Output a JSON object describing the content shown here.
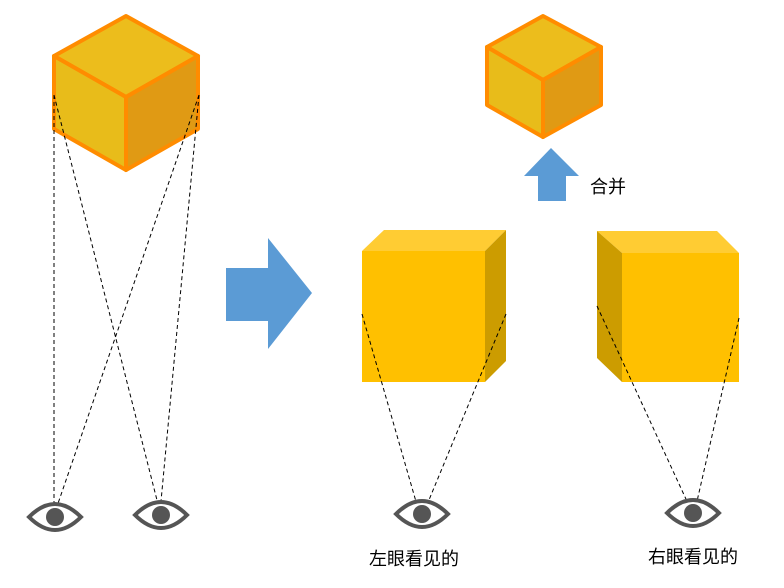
{
  "labels": {
    "merge": "合并",
    "left_eye_view": "左眼看见的",
    "right_eye_view": "右眼看见的"
  },
  "colors": {
    "cube_top": "#ecbd1c",
    "cube_left": "#e8bc1a",
    "cube_right": "#e09a14",
    "cube_outline": "#ff8c00",
    "box_front": "#ffc000",
    "box_top": "#ffcc33",
    "box_side": "#cc9c00",
    "arrow": "#5b9bd5",
    "eye": "#555555",
    "sight_line": "#000000"
  },
  "icons": [
    "eye-icon",
    "cube-icon",
    "right-arrow-icon",
    "up-arrow-icon"
  ]
}
